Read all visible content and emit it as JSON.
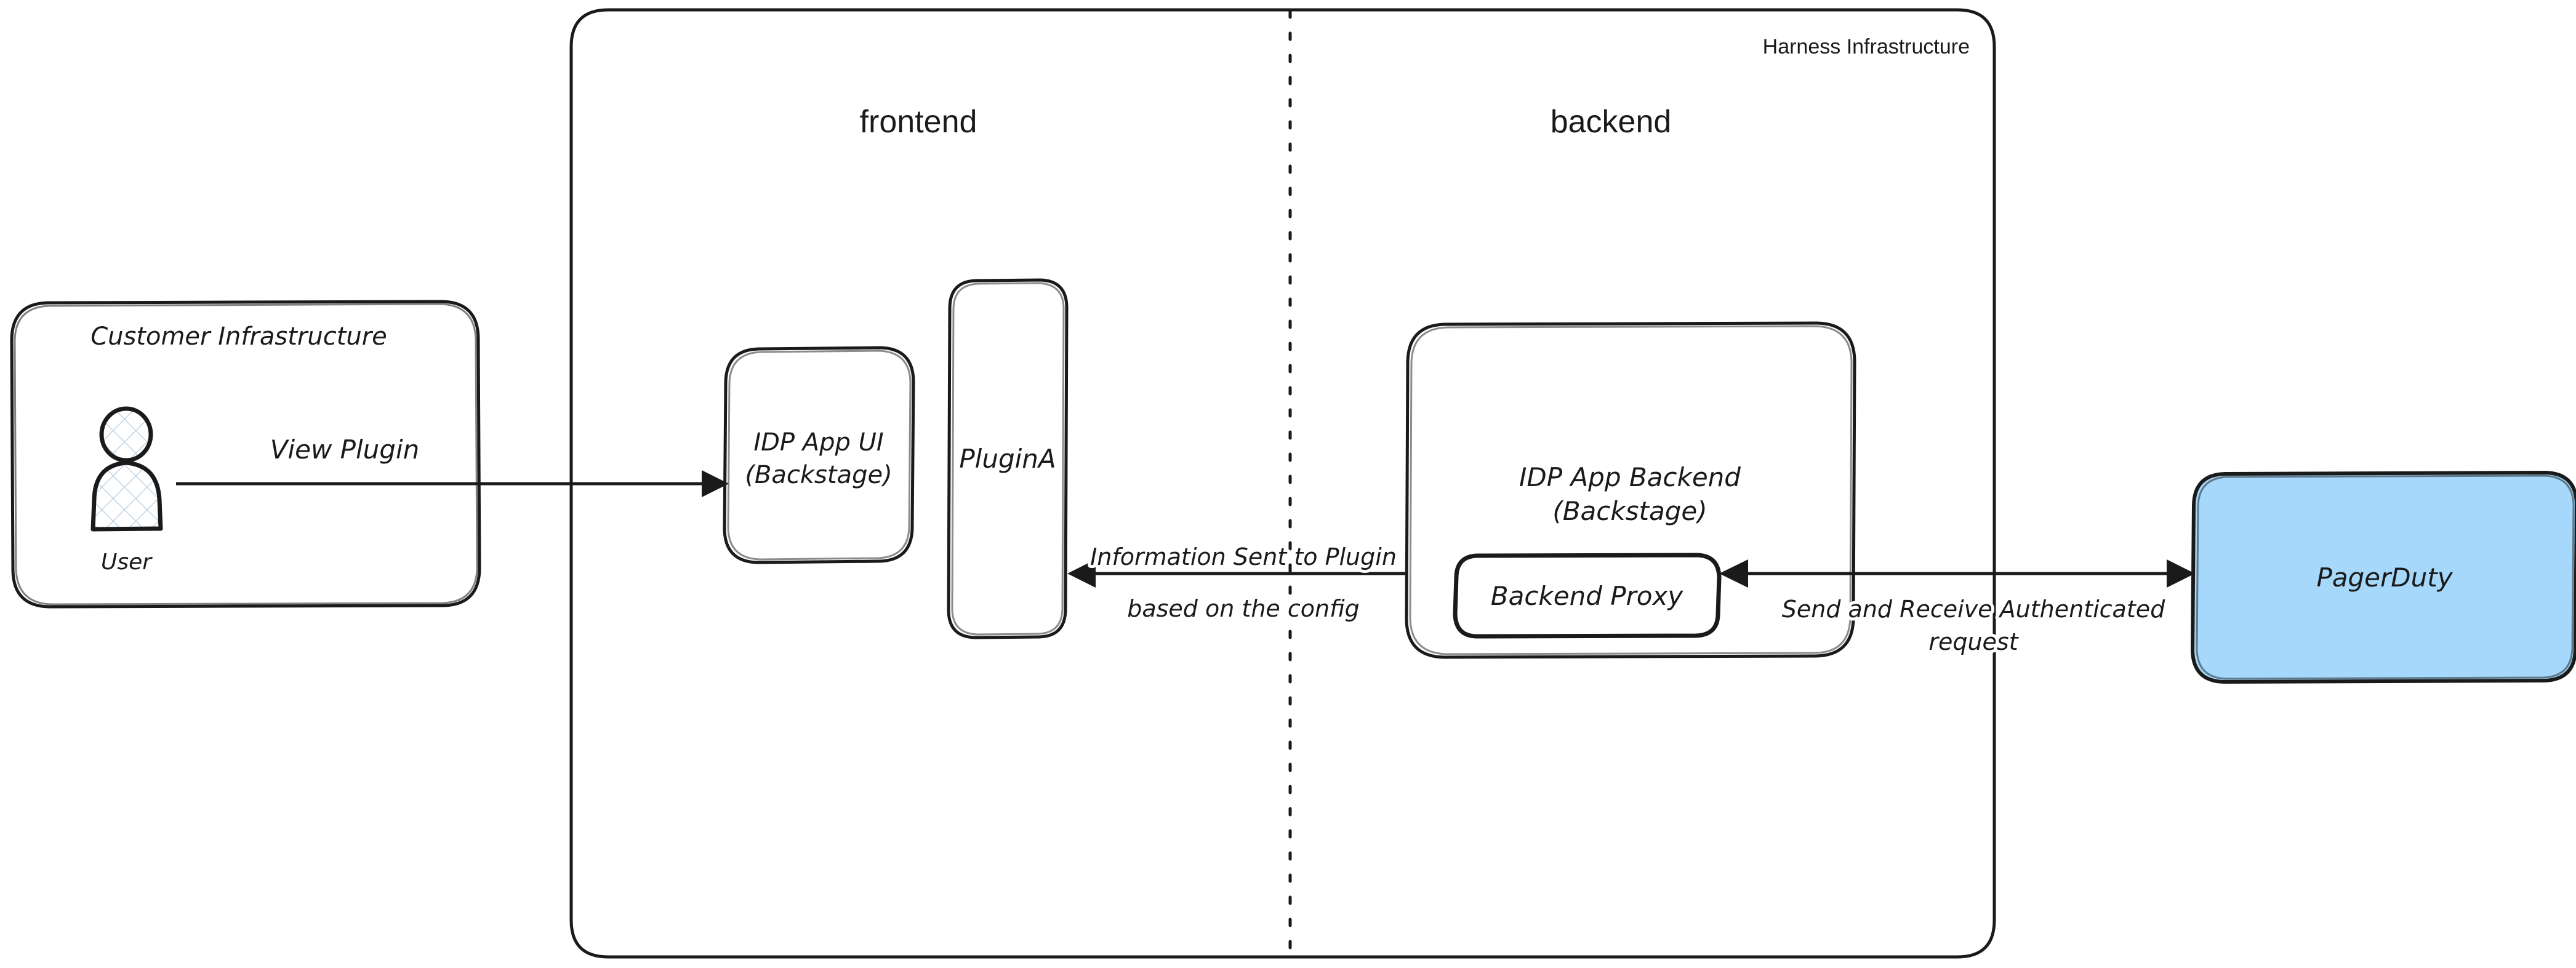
{
  "diagram": {
    "title_text": "Harness Infrastructure",
    "background_color": "#ffffff",
    "stroke_color": "#1a1a1a"
  },
  "customer_infra": {
    "label": "Customer Infrastructure",
    "user_label": "User",
    "user_icon": "person-icon"
  },
  "harness": {
    "label": "Harness Infrastructure",
    "frontend_label": "frontend",
    "backend_label": "backend"
  },
  "frontend": {
    "idp_app_ui_line1": "IDP App UI",
    "idp_app_ui_line2": "(Backstage)",
    "plugin_label": "PluginA"
  },
  "backend": {
    "idp_app_backend_line1": "IDP App Backend",
    "idp_app_backend_line2": "(Backstage)",
    "backend_proxy_label": "Backend Proxy"
  },
  "external": {
    "pagerduty_label": "PagerDuty",
    "pagerduty_fill": "#a5d8fb",
    "pagerduty_stroke": "#1a1a1a"
  },
  "edges": {
    "view_plugin_label": "View Plugin",
    "info_sent_line1": "Information Sent to Plugin",
    "info_sent_line2": "based on the config",
    "auth_request_line1": "Send and Receive Authenticated",
    "auth_request_line2": "request"
  }
}
